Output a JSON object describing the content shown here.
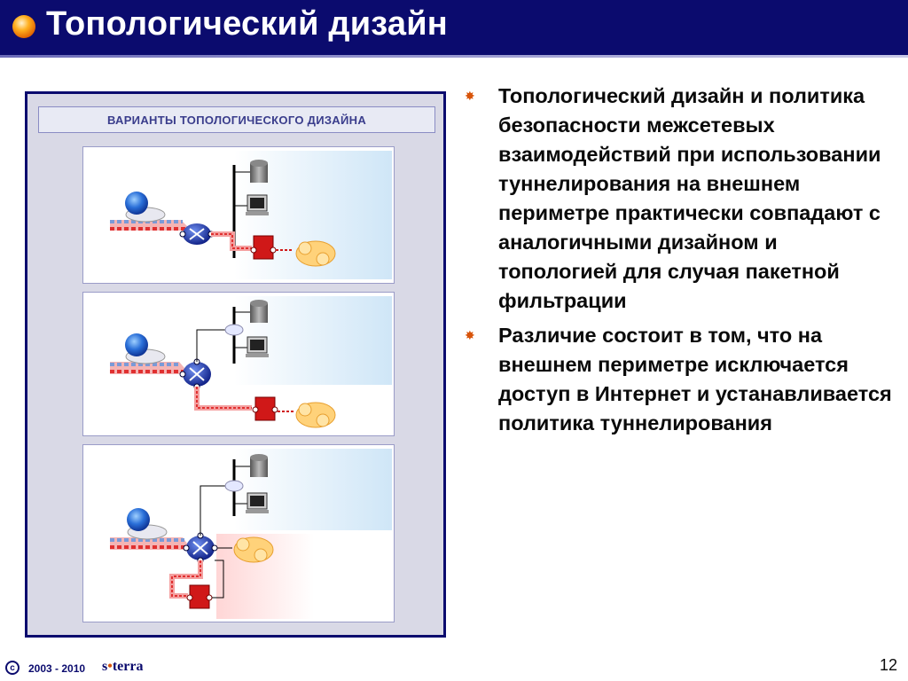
{
  "slide": {
    "title": "Топологический дизайн",
    "page_number": "12"
  },
  "diagram": {
    "heading": "ВАРИАНТЫ ТОПОЛОГИЧЕСКОГО ДИЗАЙНА"
  },
  "bullets": [
    "Топологический дизайн и политика безопасности межсетевых взаимодействий при использовании туннелирования на внешнем периметре практически совпадают с аналогичными дизайном и топологией для случая пакетной фильтрации",
    "Различие состоит в том, что на внешнем периметре исключается доступ в Интернет и устанавливается политика туннелирования"
  ],
  "footer": {
    "copyright_symbol": "c",
    "years": "2003 - 2010",
    "logo_s": "s",
    "logo_dot": "•",
    "logo_rest": "terra"
  },
  "colors": {
    "title_bar": "#0b0b6e",
    "bullet_star": "#d8540a",
    "tunnel_red": "#e03030",
    "tunnel_blue": "#7a9ad8"
  }
}
